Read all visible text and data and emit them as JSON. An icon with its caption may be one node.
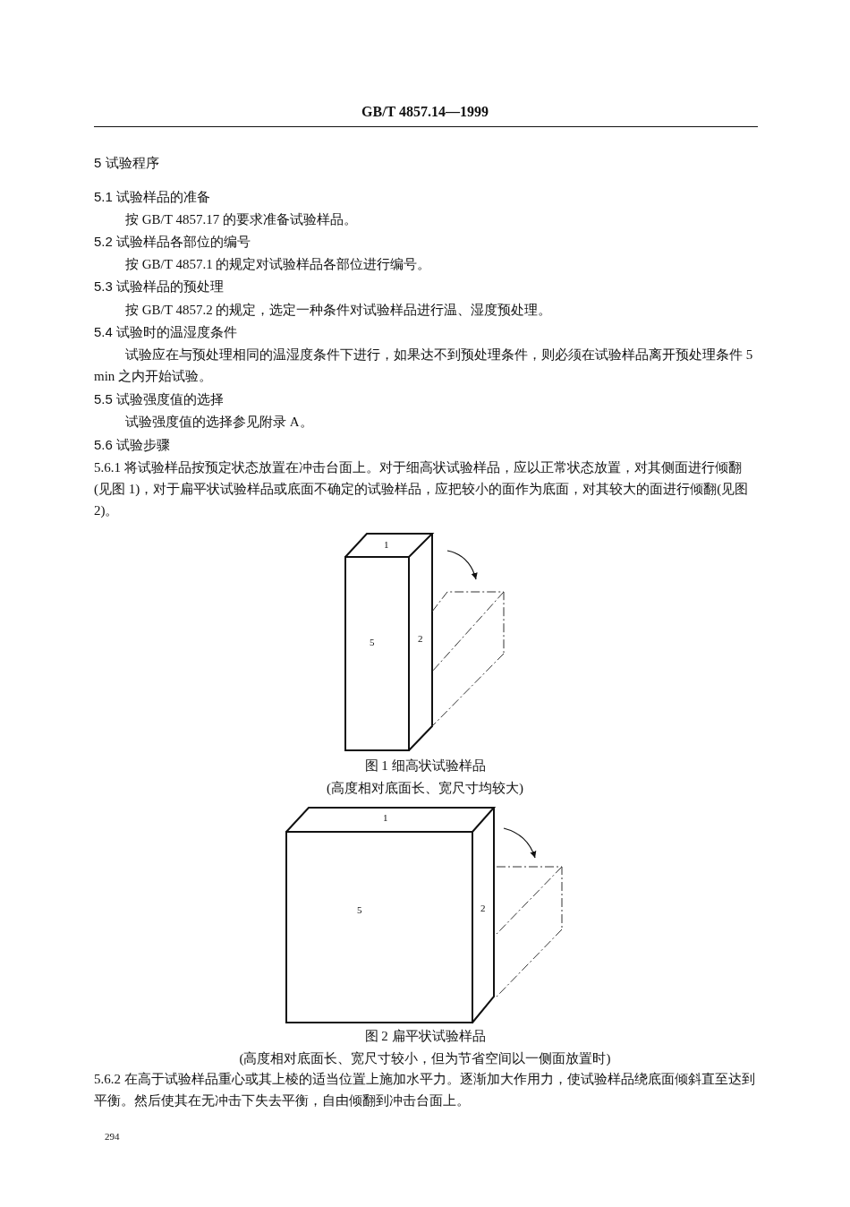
{
  "diagram": {
    "title": "GB/T 4857.14—1999",
    "labels": [
      "5 试验程序",
      "5.1 试验样品的准备",
      "按 GB/T 4857.17 的要求准备试验样品。",
      "5.2 试验样品各部位的编号",
      "按 GB/T 4857.1 的规定对试验样品各部位进行编号。",
      "5.3 试验样品的预处理",
      "按 GB/T 4857.2 的规定，选定一种条件对试验样品进行温、湿度预处理。",
      "5.4 试验时的温湿度条件",
      "试验应在与预处理相同的温湿度条件下进行，如果达不到预处理条件，则必须在试验样品离开预处理条件 5 min 之内开始试验。",
      "5.5 试验强度值的选择",
      "试验强度值的选择参见附录 A。",
      "5.6 试验步骤",
      "5.6.1 将试验样品按预定状态放置在冲击台面上。对于细高状试验样品，应以正常状态放置，对其侧面进行倾翻(见图 1)，对于扁平状试验样品或底面不确定的试验样品，应把较小的面作为底面，对其较大的面进行倾翻(见图 2)。",
      "1",
      "5",
      "2",
      "图 1 细高状试验样品",
      "(高度相对底面长、宽尺寸均较大)",
      "1",
      "5",
      "2",
      "图 2 扁平状试验样品",
      "(高度相对底面长、宽尺寸较小，但为节省空间以一侧面放置时)",
      "5.6.2 在高于试验样品重心或其上棱的适当位置上施加水平力。逐渐加大作用力，使试验样品绕底面倾斜直至达到平衡。然后使其在无冲击下失去平衡，自由倾翻到冲击台面上。",
      "294"
    ]
  }
}
